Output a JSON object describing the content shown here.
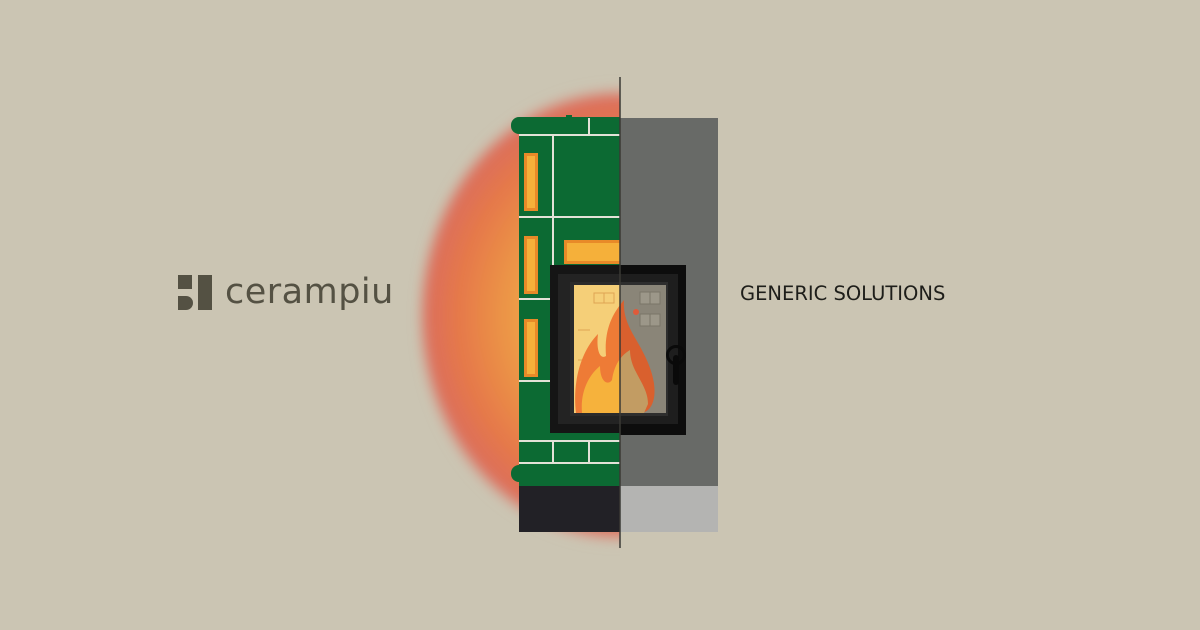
{
  "brand": {
    "name": "cerampiu",
    "logo_icon": "cerampiu-logo-mark-icon"
  },
  "competitor": {
    "label": "GENERIC SOLUTIONS"
  },
  "colors": {
    "background": "#cbc5b3",
    "tile_green": "#0c6a33",
    "tile_joint": "#e4e2d8",
    "steel_gray": "#686a67",
    "steel_plinth": "#b4b4b2",
    "plinth_dark": "#222126",
    "flame_orange": "#ee7b36",
    "flame_yellow": "#f6b23c",
    "heat_glow": "#e05a48",
    "brand_text": "#545143"
  },
  "illustration": {
    "left_half": "ceramic-tiled-stove",
    "right_half": "steel-generic-stove",
    "divider": "comparison-divider-line"
  }
}
